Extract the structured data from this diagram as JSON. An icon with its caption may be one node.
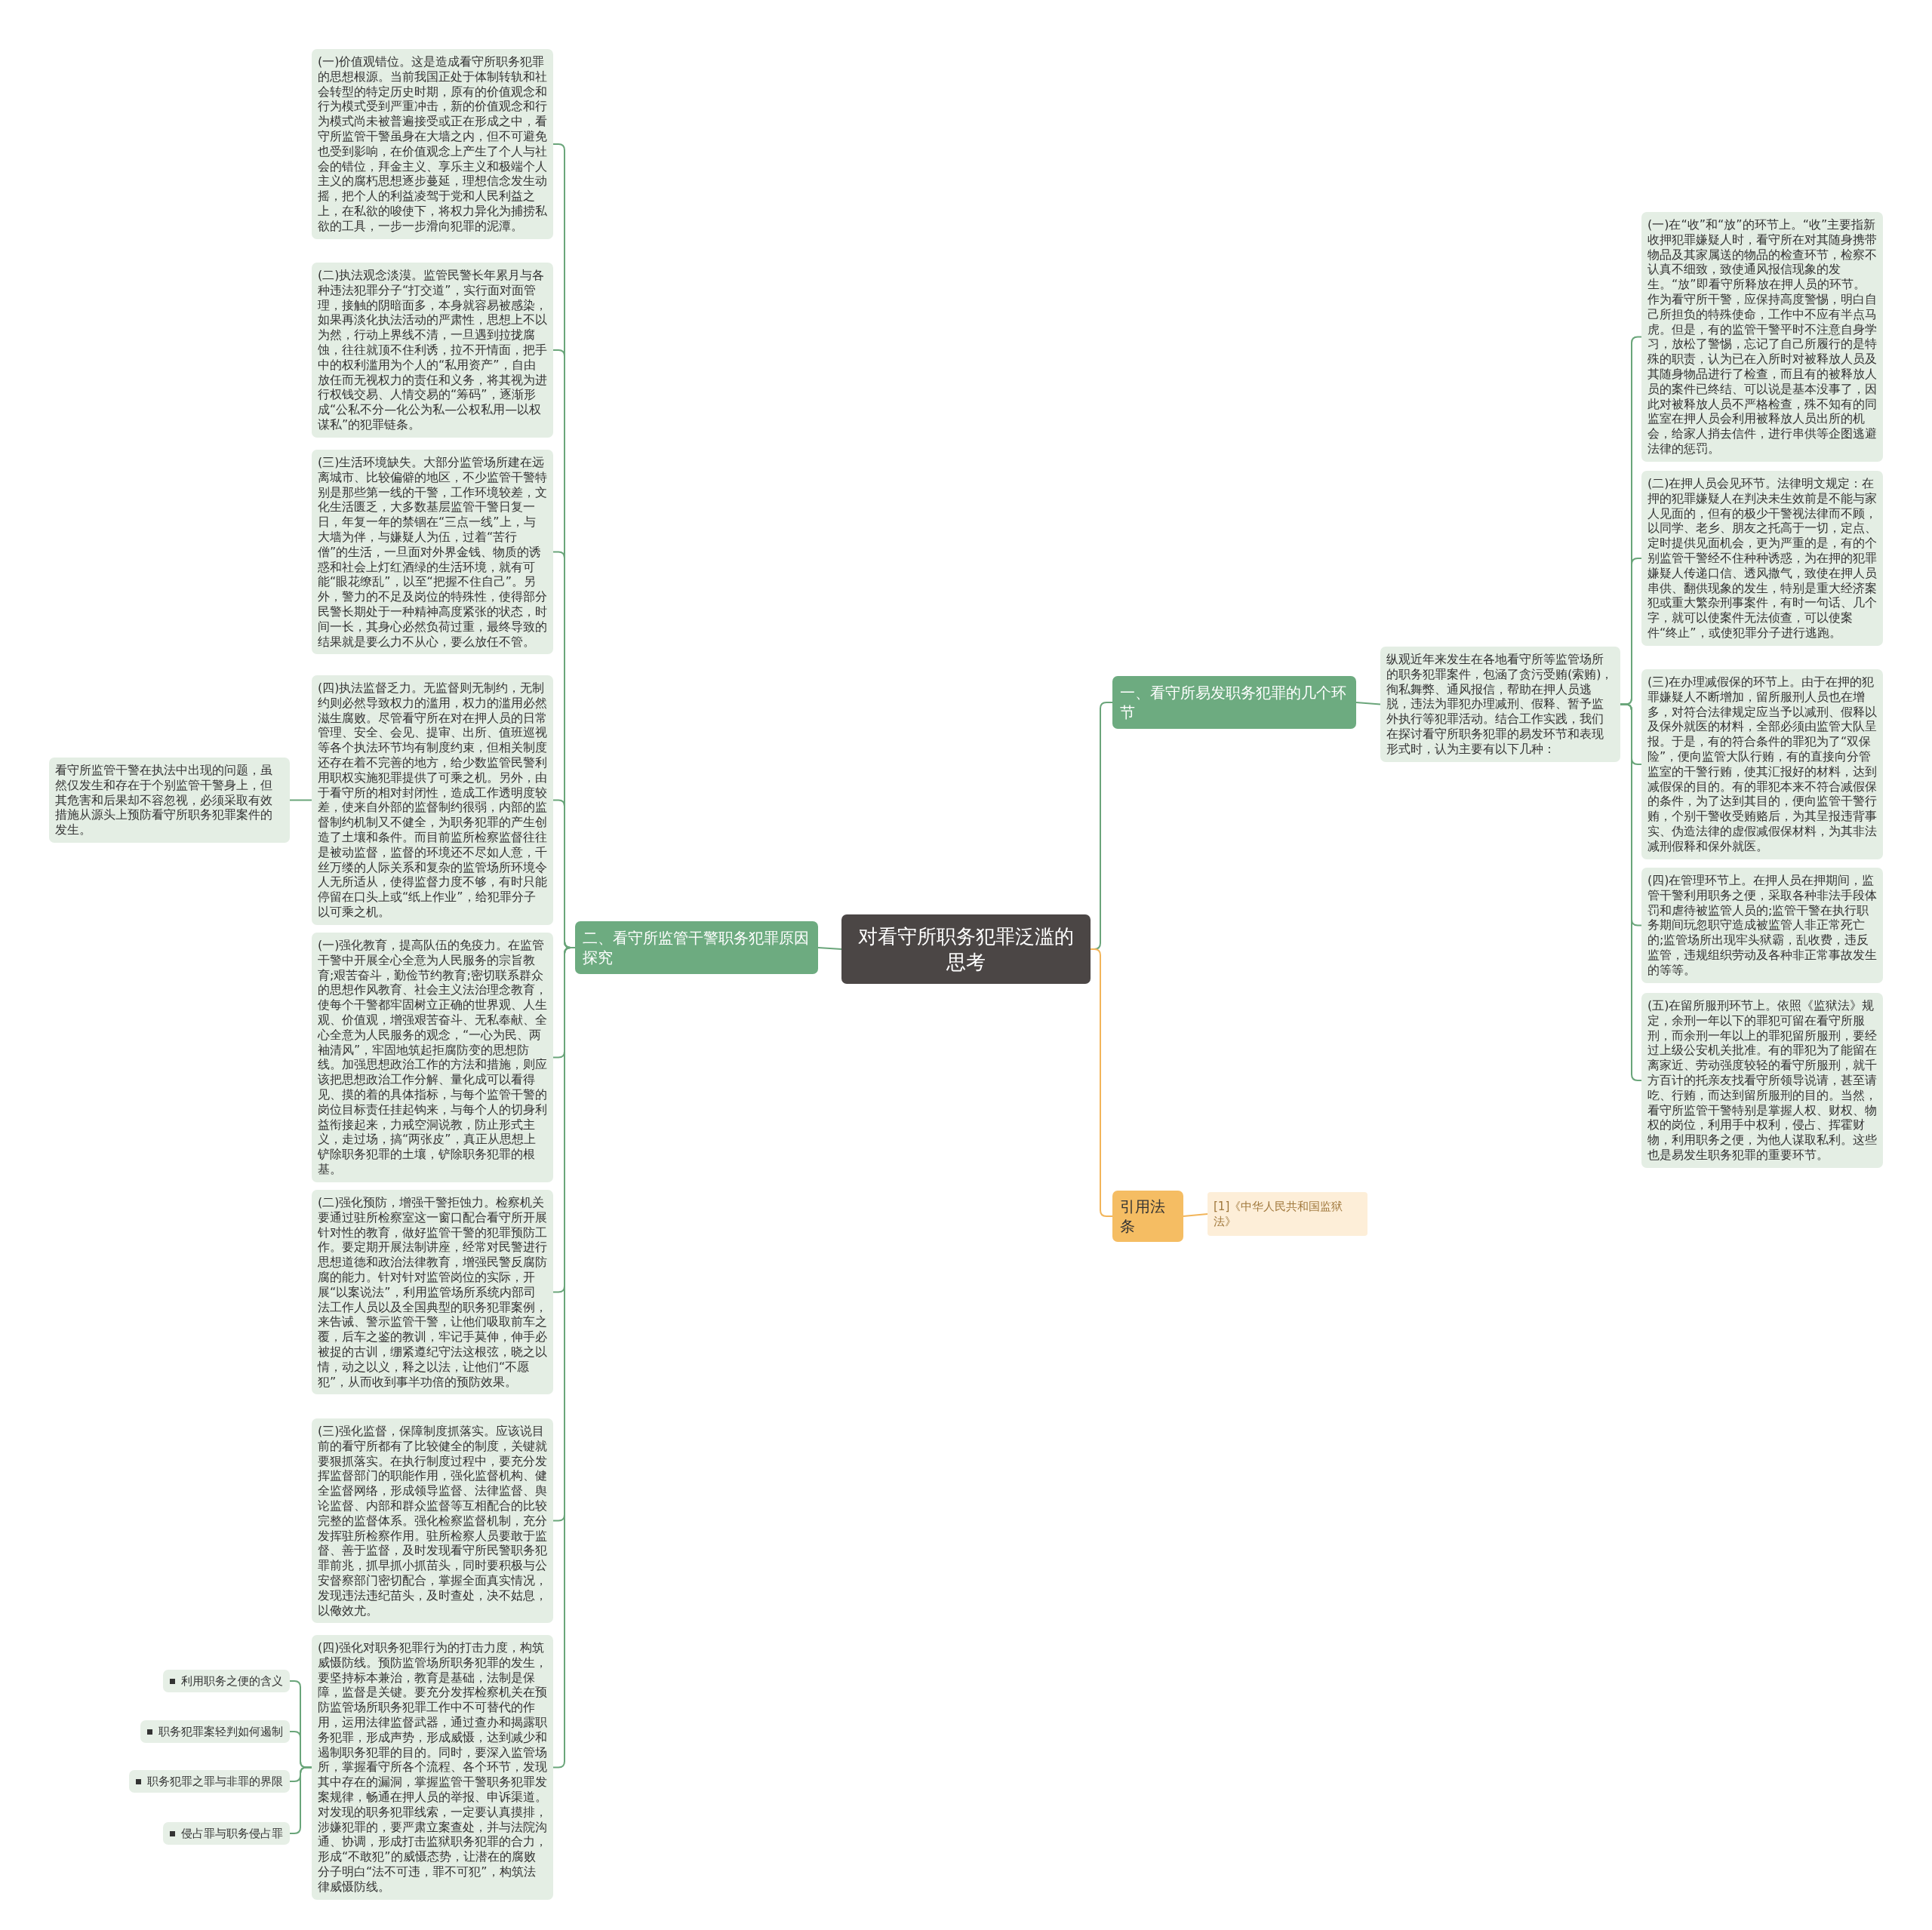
{
  "diagram": {
    "nodes": [
      {
        "text": [
          "对看守所职务犯罪泛滥的思考"
        ]
      },
      {
        "text": [
          "一、看守所易发职务犯罪的几个环节"
        ]
      },
      {
        "text": [
          "纵观近年来发生在各地看守所等监管场所的职务犯罪案件，包涵了贪污受贿(索贿)，徇私舞弊、通风报信，帮助在押人员逃脱，违法为罪犯办理减刑、假释、暂予监外执行等犯罪活动。结合工作实践，我们在探讨看守所职务犯罪的易发环节和表现形式时，认为主要有以下几种："
        ]
      },
      {
        "text": [
          "(一)在“收”和“放”的环节上。“收”主要指新收押犯罪嫌疑人时，看守所在对其随身携带物品及其家属送的物品的检查环节，检察不认真不细致，致使通风报信现象的发生。“放”即看守所释放在押人员的环节。作为看守所干警，应保持高度警惕，明白自己所担负的特殊使命，工作中不应有半点马虎。但是，有的监管干警平时不注意自身学习，放松了警惕，忘记了自己所履行的是特殊的职责，认为已在入所时对被释放人员及其随身物品进行了检查，而且有的被释放人员的案件已终结、可以说是基本没事了，因此对被释放人员不严格检查，殊不知有的同监室在押人员会利用被释放人员出所的机会，给家人捎去信件，进行串供等企图逃避法律的惩罚。"
        ]
      },
      {
        "text": [
          "(二)在押人员会见环节。法律明文规定：在押的犯罪嫌疑人在判决未生效前是不能与家人见面的，但有的极少干警视法律而不顾，以同学、老乡、朋友之托高于一切，定点、定时提供见面机会，更为严重的是，有的个别监管干警经不住种种诱惑，为在押的犯罪嫌疑人传递口信、透风撒气，致使在押人员串供、翻供现象的发生，特别是重大经济案犯或重大繁杂刑事案件，有时一句话、几个字，就可以使案件无法侦查，可以使案件“终止”，或使犯罪分子进行逃跑。"
        ]
      },
      {
        "text": [
          "(三)在办理减假保的环节上。由于在押的犯罪嫌疑人不断增加，留所服刑人员也在增多，对符合法律规定应当予以减刑、假释以及保外就医的材料，全部必须由监管大队呈报。于是，有的符合条件的罪犯为了“双保险”，便向监管大队行贿，有的直接向分管监室的干警行贿，使其汇报好的材料，达到减假保的目的。有的罪犯本来不符合减假保的条件，为了达到其目的，便向监管干警行贿，个别干警收受贿赂后，为其呈报违背事实、伪造法律的虚假减假保材料，为其非法减刑假释和保外就医。"
        ]
      },
      {
        "text": [
          "(四)在管理环节上。在押人员在押期间，监管干警利用职务之便，采取各种非法手段体罚和虐待被监管人员的;监管干警在执行职务期间玩忽职守造成被监管人非正常死亡的;监管场所出现牢头狱霸，乱收费，违反监管，违规组织劳动及各种非正常事故发生的等等。"
        ]
      },
      {
        "text": [
          "(五)在留所服刑环节上。依照《监狱法》规定，余刑一年以下的罪犯可留在看守所服刑，而余刑一年以上的罪犯留所服刑，要经过上级公安机关批准。有的罪犯为了能留在离家近、劳动强度较轻的看守所服刑，就千方百计的托亲友找看守所领导说请，甚至请吃、行贿，而达到留所服刑的目的。当然，看守所监管干警特别是掌握人权、财权、物权的岗位，利用手中权利，侵占、挥霍财物，利用职务之便，为他人谋取私利。这些也是易发生职务犯罪的重要环节。"
        ]
      },
      {
        "text": [
          "二、看守所监管干警职务犯罪原因探究"
        ]
      },
      {
        "text": [
          "(一)价值观错位。这是造成看守所职务犯罪的思想根源。当前我国正处于体制转轨和社会转型的特定历史时期，原有的价值观念和行为模式受到严重冲击，新的价值观念和行为模式尚未被普遍接受或正在形成之中，看守所监管干警虽身在大墙之内，但不可避免也受到影响，在价值观念上产生了个人与社会的错位，拜金主义、享乐主义和极端个人主义的腐朽思想逐步蔓延，理想信念发生动摇，把个人的利益凌驾于党和人民利益之上，在私欲的唆使下，将权力异化为捕捞私欲的工具，一步一步滑向犯罪的泥潭。"
        ]
      },
      {
        "text": [
          "(二)执法观念淡漠。监管民警长年累月与各种违法犯罪分子“打交道”，实行面对面管理，接触的阴暗面多，本身就容易被感染，如果再淡化执法活动的严肃性，思想上不以为然，行动上界线不清，一旦遇到拉拢腐蚀，往往就顶不住利诱，拉不开情面，把手中的权利滥用为个人的“私用资产”，自由放任而无视权力的责任和义务，将其视为进行权钱交易、人情交易的“筹码”，逐渐形成“公私不分—化公为私—公权私用—以权谋私”的犯罪链条。"
        ]
      },
      {
        "text": [
          "(三)生活环境缺失。大部分监管场所建在远离城市、比较偏僻的地区，不少监管干警特别是那些第一线的干警，工作环境较差，文化生活匮乏，大多数基层监管干警日复一日，年复一年的禁锢在“三点一线”上，与大墙为伴，与嫌疑人为伍，过着“苦行僧”的生活，一旦面对外界金钱、物质的诱惑和社会上灯红酒绿的生活环境，就有可能“眼花缭乱”，以至“把握不住自己”。另外，警力的不足及岗位的特殊性，使得部分民警长期处于一种精神高度紧张的状态，时间一长，其身心必然负荷过重，最终导致的结果就是要么力不从心，要么放任不管。"
        ]
      },
      {
        "text": [
          "(四)执法监督乏力。无监督则无制约，无制约则必然导致权力的滥用，权力的滥用必然滋生腐败。尽管看守所在对在押人员的日常管理、安全、会见、提审、出所、值班巡视等各个执法环节均有制度约束，但相关制度还存在着不完善的地方，给少数监管民警利用职权实施犯罪提供了可乘之机。另外，由于看守所的相对封闭性，造成工作透明度较差，使来自外部的监督制约很弱，内部的监督制约机制又不健全，为职务犯罪的产生创造了土壤和条件。而目前监所检察监督往往是被动监督，监督的环境还不尽如人意，千丝万缕的人际关系和复杂的监管场所环境令人无所适从，使得监督力度不够，有时只能停留在口头上或“纸上作业”，给犯罪分子以可乘之机。"
        ]
      },
      {
        "text": [
          "看守所监管干警在执法中出现的问题，虽然仅发生和存在于个别监管干警身上，但其危害和后果却不容忽视，必须采取有效措施从源头上预防看守所职务犯罪案件的发生。"
        ]
      },
      {
        "text": [
          "(一)强化教育，提高队伍的免疫力。在监管干警中开展全心全意为人民服务的宗旨教育;艰苦奋斗，勤俭节约教育;密切联系群众的思想作风教育、社会主义法治理念教育，使每个干警都牢固树立正确的世界观、人生观、价值观，增强艰苦奋斗、无私奉献、全心全意为人民服务的观念，“一心为民、两袖清风”，牢固地筑起拒腐防变的思想防线。加强思想政治工作的方法和措施，则应该把思想政治工作分解、量化成可以看得见、摸的着的具体指标，与每个监管干警的岗位目标责任挂起钩来，与每个人的切身利益衔接起来，力戒空洞说教，防止形式主义，走过场，搞“两张皮”，真正从思想上铲除职务犯罪的土壤，铲除职务犯罪的根基。"
        ]
      },
      {
        "text": [
          "(二)强化预防，增强干警拒蚀力。检察机关要通过驻所检察室这一窗口配合看守所开展针对性的教育，做好监管干警的犯罪预防工作。要定期开展法制讲座，经常对民警进行思想道德和政治法律教育，增强民警反腐防腐的能力。针对针对监管岗位的实际，开展“以案说法”，利用监管场所系统内部司法工作人员以及全国典型的职务犯罪案例，来告诫、警示监管干警，让他们吸取前车之覆，后车之鉴的教训，牢记手莫伸，伸手必被捉的古训，绷紧遵纪守法这根弦，晓之以情，动之以义，释之以法，让他们“不愿犯”，从而收到事半功倍的预防效果。"
        ]
      },
      {
        "text": [
          "(三)强化监督，保障制度抓落实。应该说目前的看守所都有了比较健全的制度，关键就要狠抓落实。在执行制度过程中，要充分发挥监督部门的职能作用，强化监督机构、健全监督网络，形成领导监督、法律监督、舆论监督、内部和群众监督等互相配合的比较完整的监督体系。强化检察监督机制，充分发挥驻所检察作用。驻所检察人员要敢于监督、善于监督，及时发现看守所民警职务犯罪前兆，抓早抓小抓苗头，同时要积极与公安督察部门密切配合，掌握全面真实情况，发现违法违纪苗头，及时查处，决不姑息，以儆效尤。"
        ]
      },
      {
        "text": [
          "(四)强化对职务犯罪行为的打击力度，构筑威慑防线。预防监管场所职务犯罪的发生，要坚持标本兼治，教育是基础，法制是保障，监督是关键。要充分发挥检察机关在预防监管场所职务犯罪工作中不可替代的作用，运用法律监督武器，通过查办和揭露职务犯罪，形成声势，形成威慑，达到减少和遏制职务犯罪的目的。同时，要深入监管场所，掌握看守所各个流程、各个环节，发现其中存在的漏洞，掌握监管干警职务犯罪发案规律，畅通在押人员的举报、申诉渠道。对发现的职务犯罪线索，一定要认真摸排，涉嫌犯罪的，要严肃立案查处，并与法院沟通、协调，形成打击监狱职务犯罪的合力，形成“不敢犯”的威慑态势，让潜在的腐败分子明白“法不可违，罪不可犯”，构筑法律威慑防线。"
        ]
      },
      {
        "text": [
          "利用职务之便的含义"
        ]
      },
      {
        "text": [
          "职务犯罪案轻判如何遏制"
        ]
      },
      {
        "text": [
          "职务犯罪之罪与非罪的界限"
        ]
      },
      {
        "text": [
          "侵占罪与职务侵占罪"
        ]
      },
      {
        "text": [
          "引用法条"
        ]
      },
      {
        "text": [
          "[1]《中华人民共和国监狱法》"
        ]
      }
    ],
    "edges": [
      {
        "from": 0,
        "to": 1,
        "arrow": "none"
      },
      {
        "from": 1,
        "to": 2,
        "arrow": "none"
      },
      {
        "from": 2,
        "to": 3,
        "arrow": "none"
      },
      {
        "from": 2,
        "to": 4,
        "arrow": "none"
      },
      {
        "from": 2,
        "to": 5,
        "arrow": "none"
      },
      {
        "from": 2,
        "to": 6,
        "arrow": "none"
      },
      {
        "from": 2,
        "to": 7,
        "arrow": "none"
      },
      {
        "from": 0,
        "to": 8,
        "arrow": "none"
      },
      {
        "from": 8,
        "to": 9,
        "arrow": "none"
      },
      {
        "from": 8,
        "to": 10,
        "arrow": "none"
      },
      {
        "from": 8,
        "to": 11,
        "arrow": "none"
      },
      {
        "from": 8,
        "to": 12,
        "arrow": "none"
      },
      {
        "from": 12,
        "to": 13,
        "arrow": "none"
      },
      {
        "from": 8,
        "to": 14,
        "arrow": "none"
      },
      {
        "from": 8,
        "to": 15,
        "arrow": "none"
      },
      {
        "from": 8,
        "to": 16,
        "arrow": "none"
      },
      {
        "from": 8,
        "to": 17,
        "arrow": "none"
      },
      {
        "from": 17,
        "to": 18,
        "arrow": "none"
      },
      {
        "from": 17,
        "to": 19,
        "arrow": "none"
      },
      {
        "from": 17,
        "to": 20,
        "arrow": "none"
      },
      {
        "from": 17,
        "to": 21,
        "arrow": "none"
      },
      {
        "from": 0,
        "to": 22,
        "arrow": "none",
        "color": "#f2b55a"
      },
      {
        "from": 22,
        "to": 23,
        "arrow": "none",
        "color": "#f2b55a"
      }
    ]
  }
}
